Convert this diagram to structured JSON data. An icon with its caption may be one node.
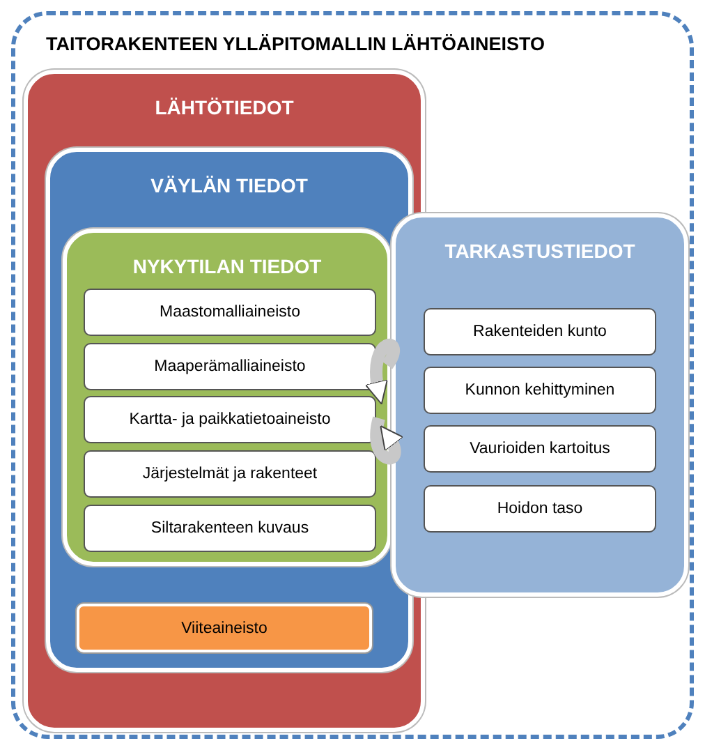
{
  "diagram": {
    "nodes": [
      {
        "text": [
          "TAITORAKENTEEN YLLÄPITOMALLIN LÄHTÖAINEISTO"
        ]
      },
      {
        "text": [
          "LÄHTÖTIEDOT"
        ],
        "in": 0
      },
      {
        "text": [
          "VÄYLÄN TIEDOT"
        ],
        "in": 1
      },
      {
        "text": [
          "NYKYTILAN TIEDOT"
        ],
        "in": 2
      },
      {
        "text": [
          "Maastomalliaineisto"
        ],
        "in": 3
      },
      {
        "text": [
          "Maaperämalliaineisto"
        ],
        "in": 3
      },
      {
        "text": [
          "Kartta- ja paikkatietoaineisto"
        ],
        "in": 3
      },
      {
        "text": [
          "Järjestelmät ja rakenteet"
        ],
        "in": 3
      },
      {
        "text": [
          "Siltarakenteen kuvaus"
        ],
        "in": 3
      },
      {
        "text": [
          "Viiteaineisto"
        ],
        "in": 2
      },
      {
        "text": [
          "TARKASTUSTIEDOT"
        ],
        "in": 0
      },
      {
        "text": [
          "Rakenteiden kunto"
        ],
        "in": 10
      },
      {
        "text": [
          "Kunnon kehittyminen"
        ],
        "in": 10
      },
      {
        "text": [
          "Vaurioiden kartoitus"
        ],
        "in": 10
      },
      {
        "text": [
          "Hoidon taso"
        ],
        "in": 10
      }
    ],
    "edges": [
      {
        "from": 10,
        "to": 3,
        "arrow": "to"
      },
      {
        "from": 3,
        "to": 10,
        "arrow": "to"
      }
    ]
  }
}
